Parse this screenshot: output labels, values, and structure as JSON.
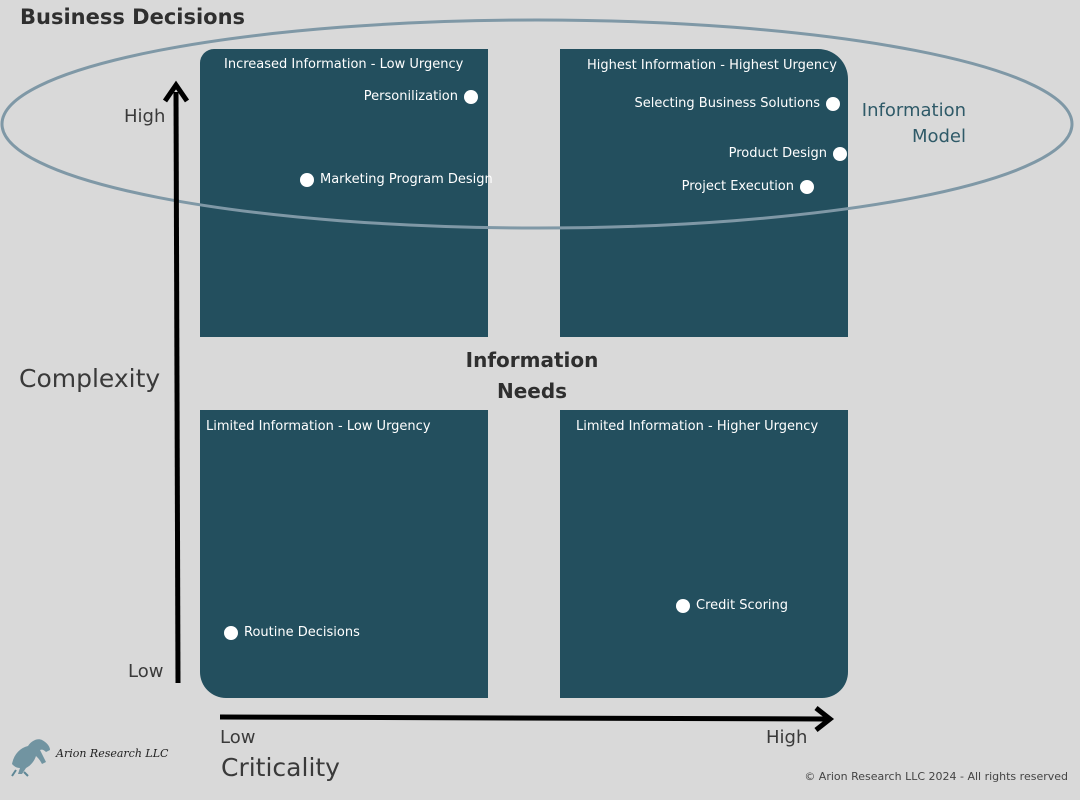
{
  "title": "Business Decisions",
  "quadrants": {
    "top_left": {
      "label": "Increased Information - Low Urgency",
      "items": [
        "Personilization",
        "Marketing Program Design"
      ]
    },
    "top_right": {
      "label": "Highest Information - Highest Urgency",
      "items": [
        "Selecting Business Solutions",
        "Product Design",
        "Project Execution"
      ]
    },
    "bottom_left": {
      "label": "Limited Information - Low Urgency",
      "items": [
        "Routine Decisions"
      ]
    },
    "bottom_right": {
      "label": "Limited Information  - Higher Urgency",
      "items": [
        "Credit Scoring"
      ]
    }
  },
  "center_label": {
    "line1": "Information",
    "line2": "Needs"
  },
  "info_model": {
    "line1": "Information",
    "line2": "Model"
  },
  "y_axis": {
    "title": "Complexity",
    "high": "High",
    "low": "Low"
  },
  "x_axis": {
    "title": "Criticality",
    "low": "Low",
    "high": "High"
  },
  "logo_text": "Arion Research LLC",
  "copyright": "© Arion Research LLC 2024 - All rights reserved",
  "colors": {
    "quadrant": "#234f5e",
    "ellipse": "#7f98a6",
    "background": "#d9d9d9"
  }
}
